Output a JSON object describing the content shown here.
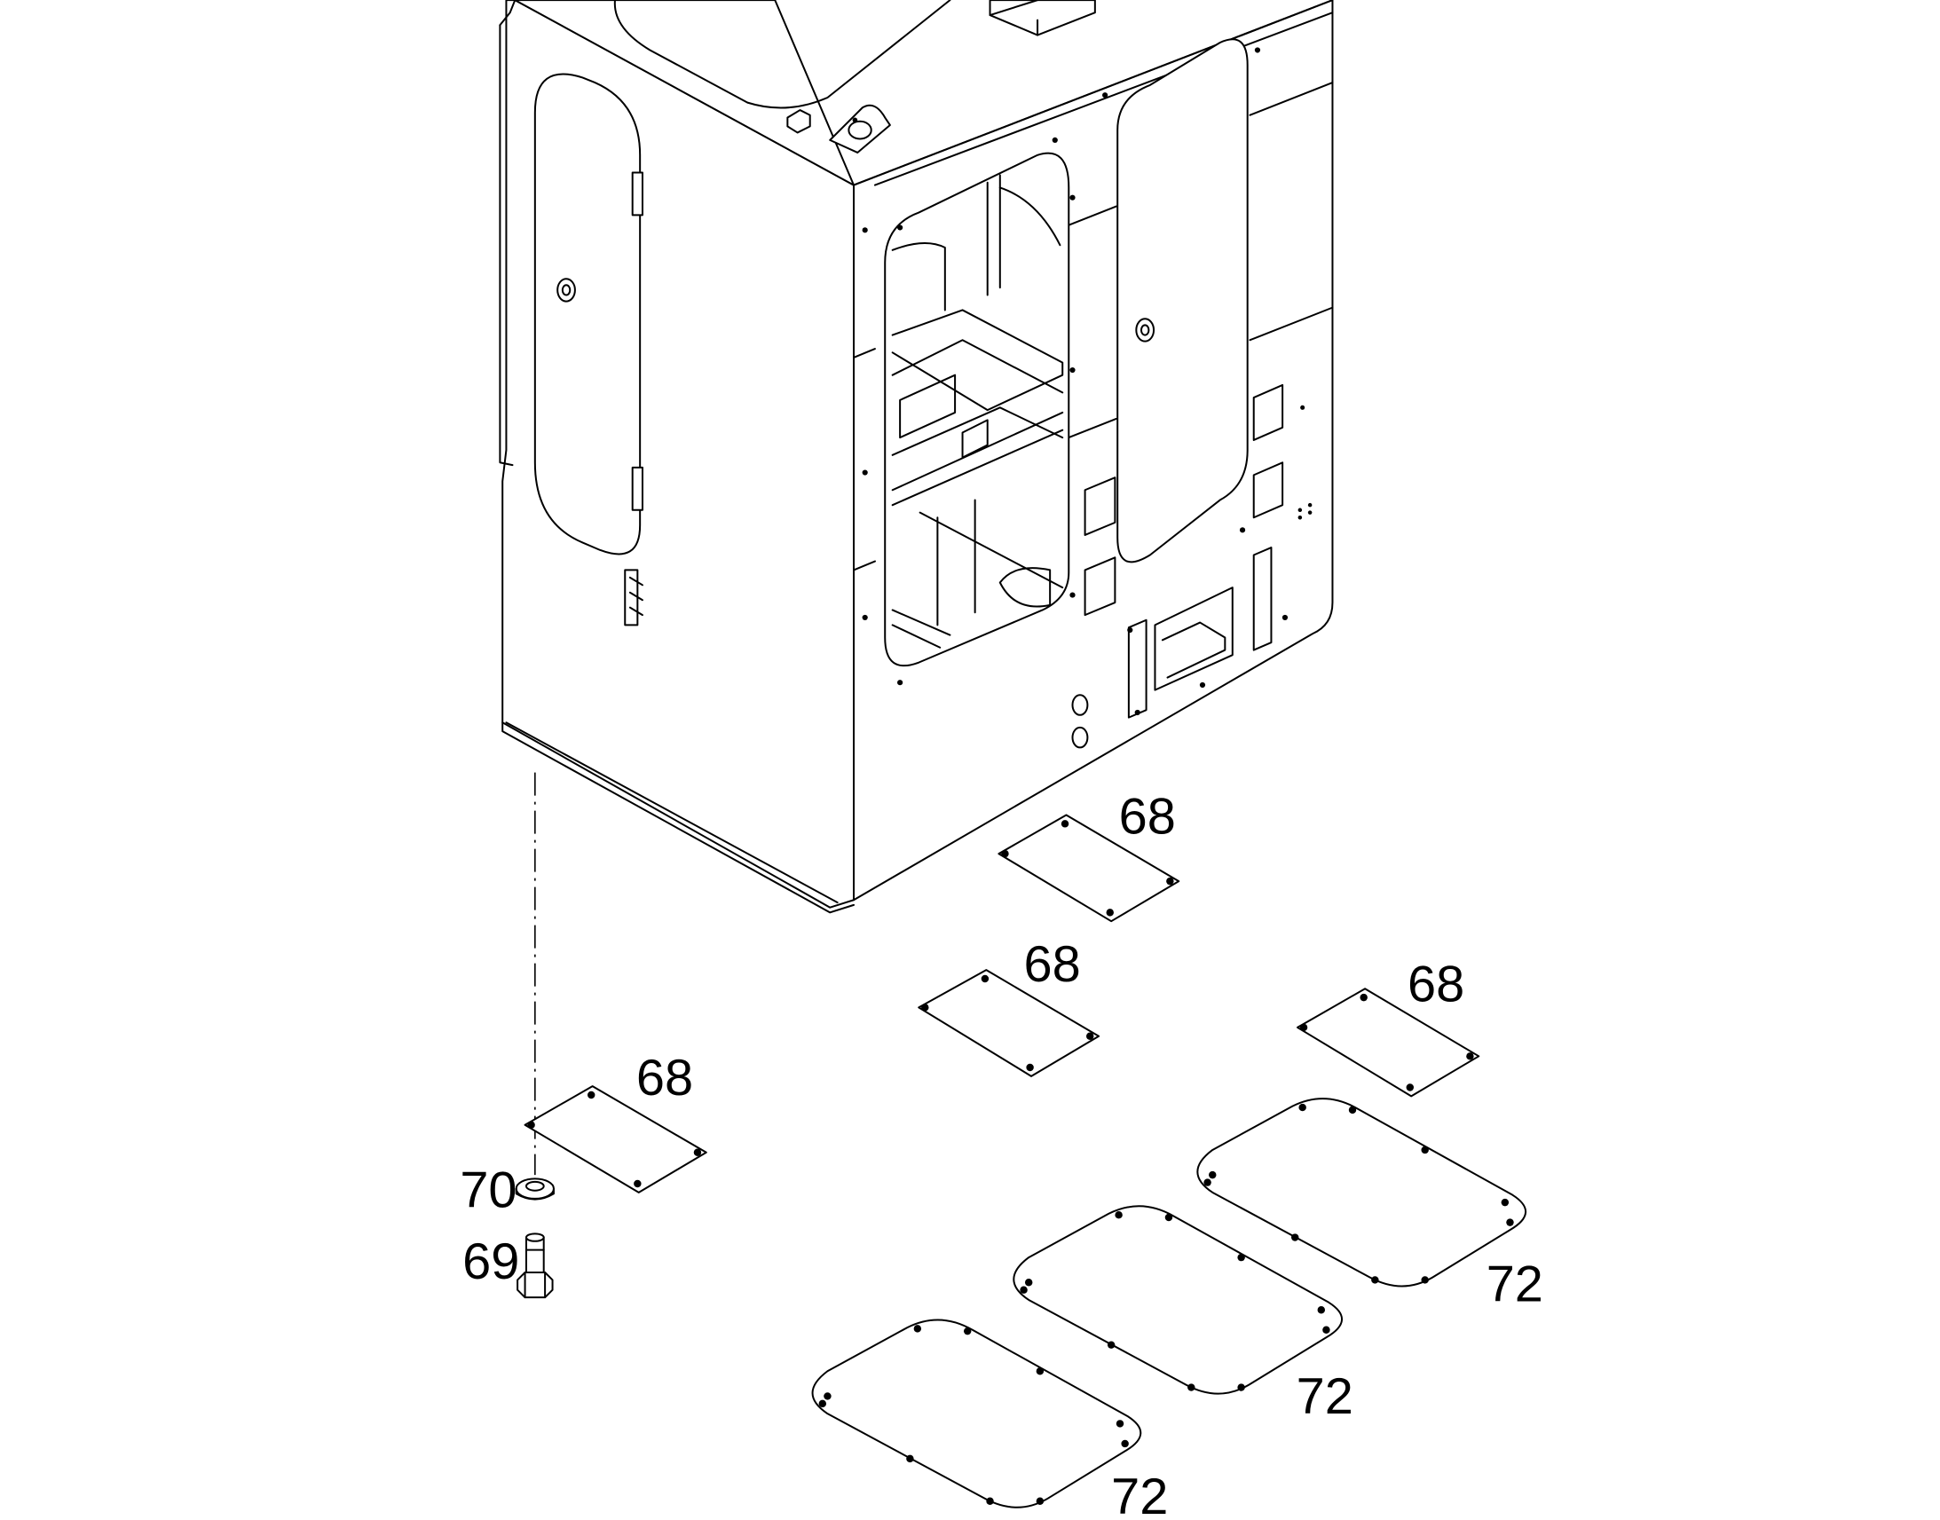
{
  "diagram": {
    "callouts": [
      {
        "id": "plate-68-a",
        "label": "68"
      },
      {
        "id": "plate-68-b",
        "label": "68"
      },
      {
        "id": "plate-68-c",
        "label": "68"
      },
      {
        "id": "plate-68-d",
        "label": "68"
      },
      {
        "id": "washer-70",
        "label": "70"
      },
      {
        "id": "bolt-69",
        "label": "69"
      },
      {
        "id": "cover-72-a",
        "label": "72"
      },
      {
        "id": "cover-72-b",
        "label": "72"
      },
      {
        "id": "cover-72-c",
        "label": "72"
      }
    ]
  }
}
